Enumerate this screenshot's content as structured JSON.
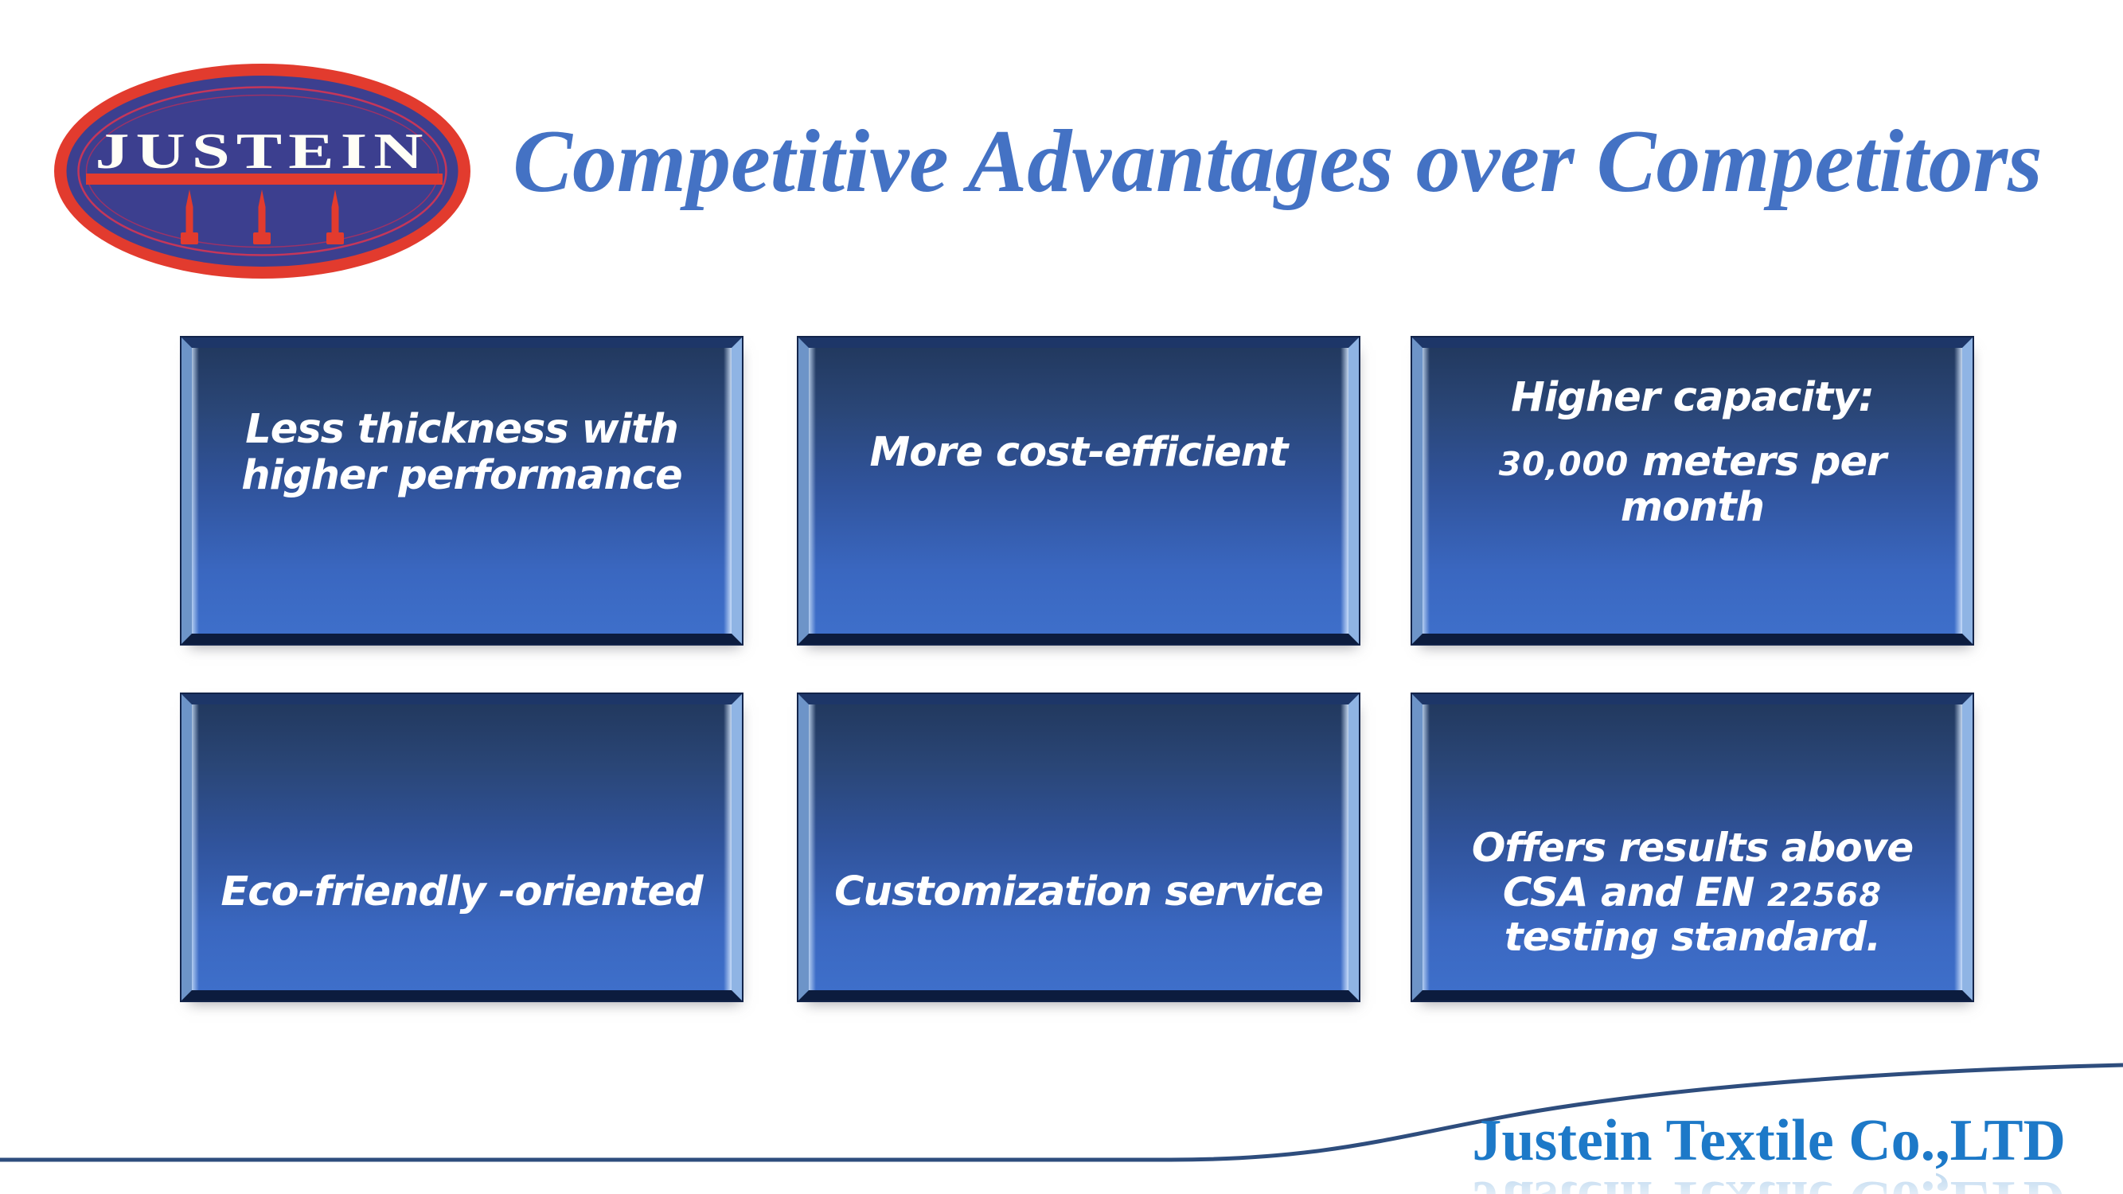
{
  "logo": {
    "text": "JUSTEIN"
  },
  "title": "Competitive Advantages over Competitors",
  "cards": [
    {
      "name": "less-thickness",
      "lines": [
        {
          "runs": [
            {
              "text": "Less thickness with higher performance"
            }
          ]
        }
      ]
    },
    {
      "name": "cost-efficient",
      "lines": [
        {
          "runs": [
            {
              "text": "More cost-efficient"
            }
          ]
        }
      ]
    },
    {
      "name": "higher-capacity",
      "lines": [
        {
          "cls": "gap-below",
          "runs": [
            {
              "text": "Higher capacity:"
            }
          ]
        },
        {
          "runs": [
            {
              "text": "30,000",
              "cls": "digits"
            },
            {
              "text": " meters per month"
            }
          ]
        }
      ]
    },
    {
      "name": "eco-friendly",
      "lines": [
        {
          "runs": [
            {
              "text": "Eco-friendly -oriented"
            }
          ]
        }
      ]
    },
    {
      "name": "customization",
      "lines": [
        {
          "runs": [
            {
              "text": "Customization service"
            }
          ]
        }
      ]
    },
    {
      "name": "testing-standard",
      "lines": [
        {
          "runs": [
            {
              "text": "Offers results above CSA and EN "
            },
            {
              "text": "22568",
              "cls": "digits"
            },
            {
              "text": " testing standard."
            }
          ]
        }
      ]
    }
  ],
  "footer": {
    "company": "Justein Textile Co.,LTD"
  },
  "colors": {
    "title_blue": "#4472C4",
    "footer_blue": "#1D79C8",
    "logo_red": "#E23B2E",
    "logo_navy": "#3C3F8F",
    "logo_pinstripe": "#C5365A",
    "card_face_top": "#22395F",
    "card_face_bottom": "#3E6FCA",
    "card_frame_dark": "#0C1C3E",
    "card_text": "#FFFFFF",
    "curve_line": "#2E4D7D"
  }
}
